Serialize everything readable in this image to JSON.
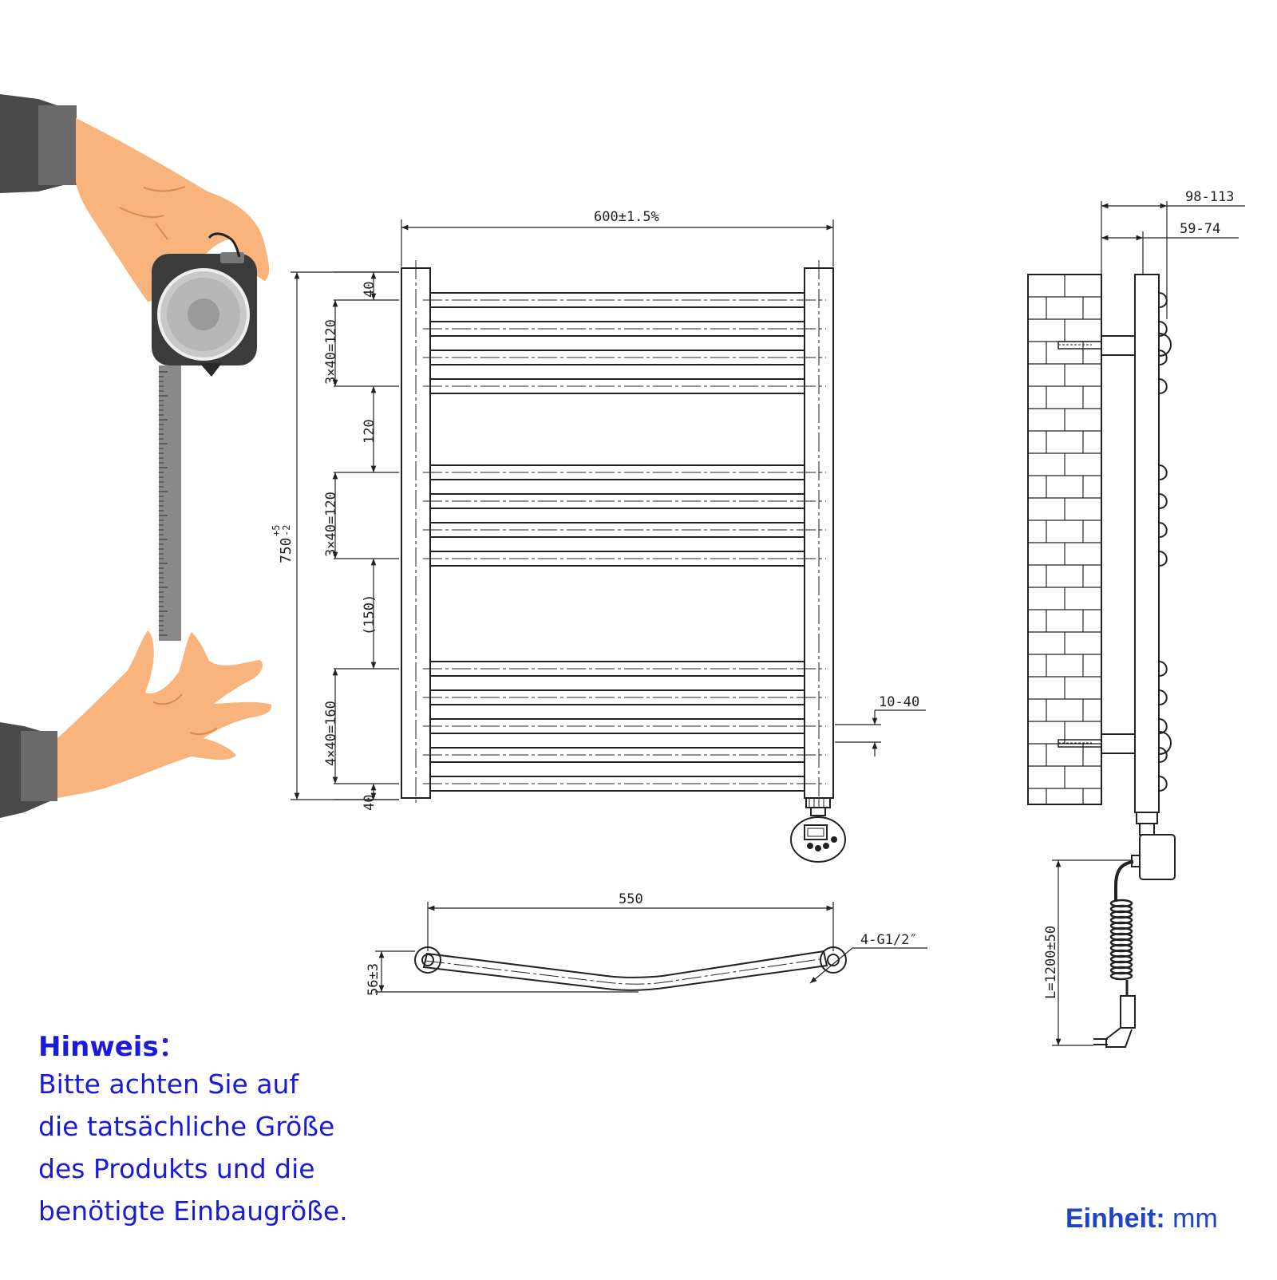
{
  "dimensions": {
    "width": "600±1.5%",
    "height_base": "750",
    "height_tol_upper": "+5",
    "height_tol_lower": "-2",
    "top_40": "40",
    "group1": "3×40=120",
    "gap1": "120",
    "group2": "3×40=120",
    "gap2": "(150)",
    "group3": "4×40=160",
    "bottom_40": "40",
    "offset": "10-40",
    "center_distance": "550",
    "connection": "4-G1/2″",
    "depth": "56±3",
    "wall_distance_1": "98-113",
    "wall_distance_2": "59-74",
    "cable_length": "L=1200±50"
  },
  "note": {
    "title": "Hinweis：",
    "lines": [
      "Bitte achten Sie auf",
      "die tatsächliche Größe",
      "des Produkts und die",
      "benötigte Einbaugröße."
    ]
  },
  "unit": {
    "label": "Einheit:",
    "value": "mm"
  },
  "colors": {
    "line": "#222222",
    "note_text": "#1a1adb",
    "skin": "#f8b47c",
    "sleeve": "#4a4a4a"
  }
}
